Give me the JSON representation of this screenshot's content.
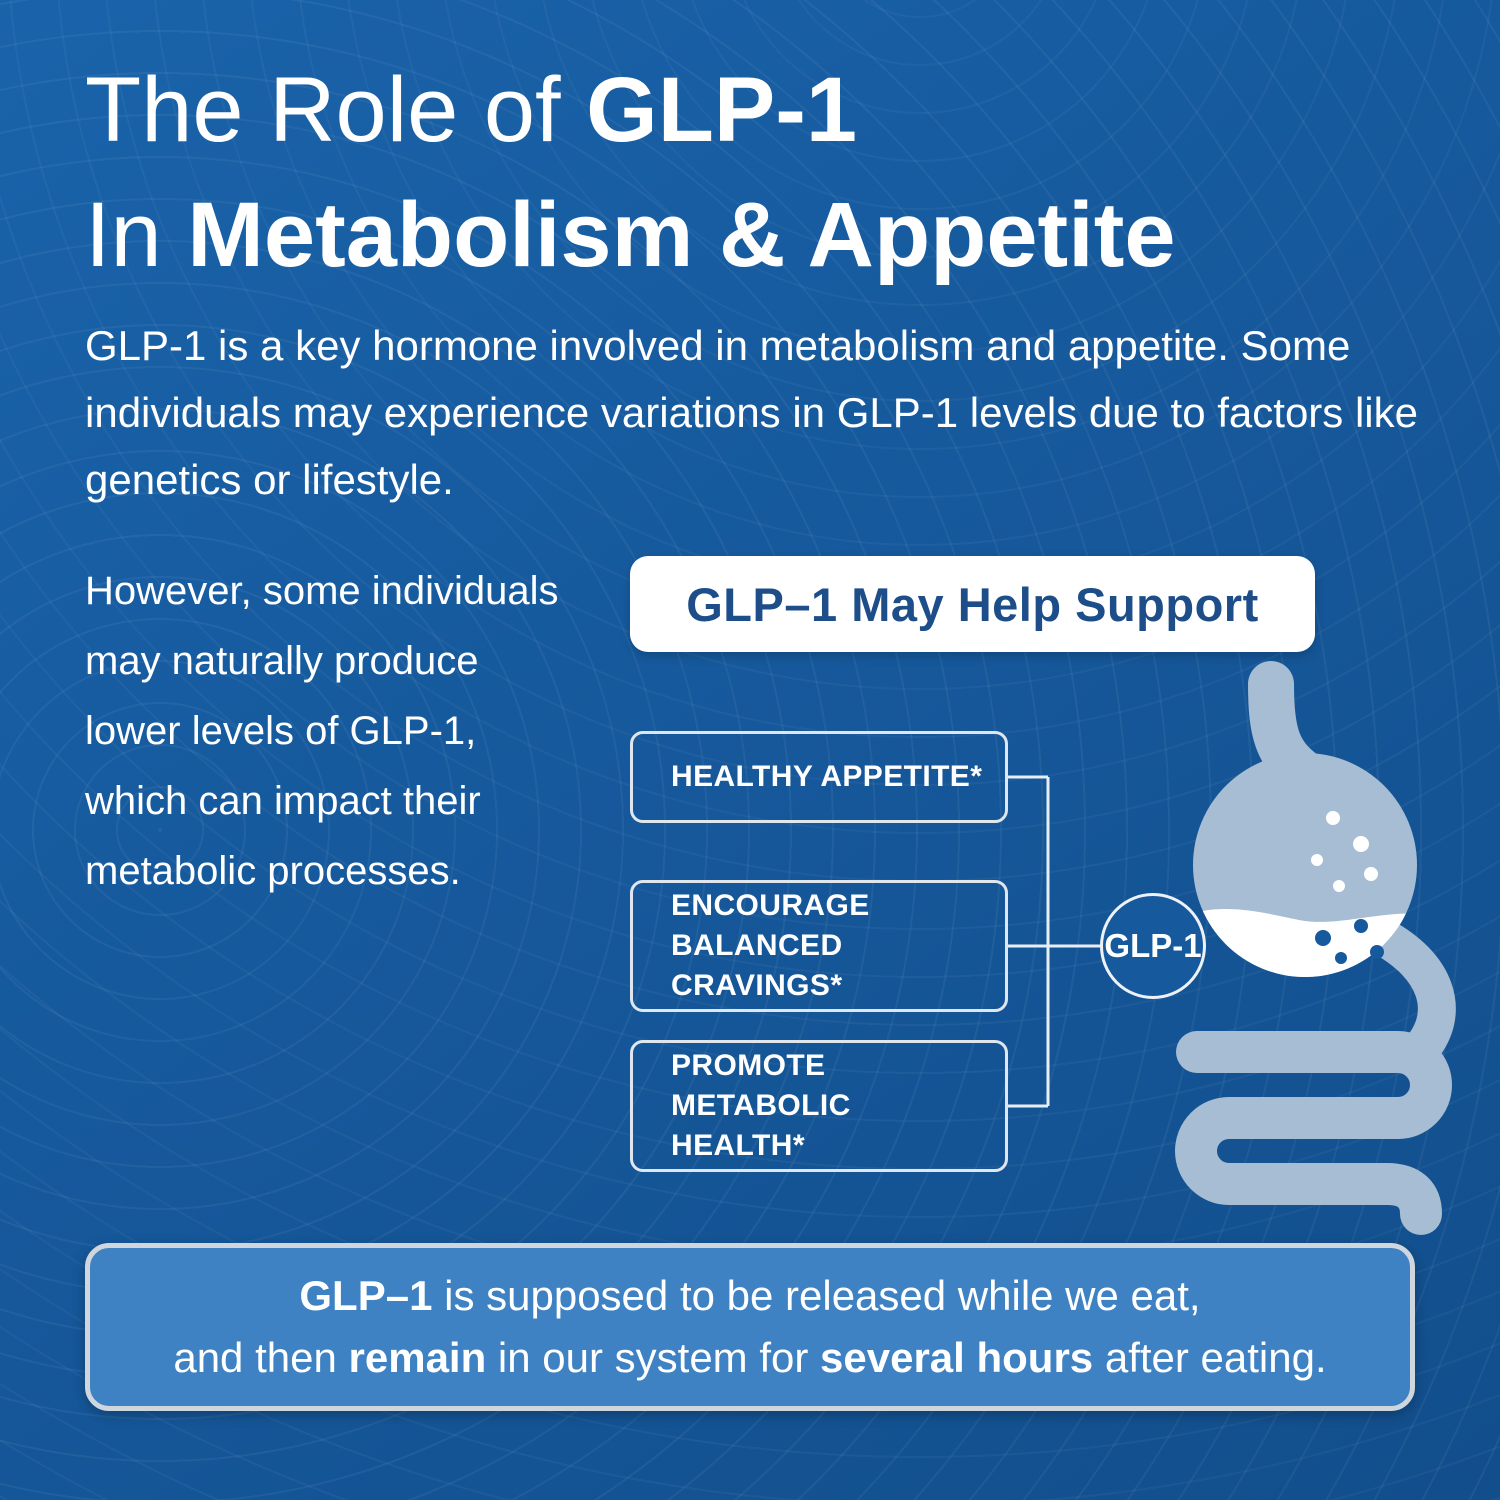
{
  "colors": {
    "background": "#16599C",
    "banner_bg": "#3E82C4",
    "banner_border": "#CFD6DD",
    "pill_bg": "#FFFFFF",
    "pill_text": "#1D4E89",
    "box_border": "#DFE6EE",
    "organ_fill": "#A7BDD3",
    "text": "#FFFFFF"
  },
  "icons": {
    "organ": "stomach-intestines-icon",
    "hub": "glp1-hub-badge"
  },
  "title": {
    "line1_regular": "The Role of ",
    "line1_bold": "GLP-1",
    "line2_regular": "In ",
    "line2_bold": "Metabolism & Appetite"
  },
  "intro": "GLP-1 is a key hormone involved in metabolism and appetite. Some individuals may experience variations in GLP-1 levels due to factors like genetics or lifestyle.",
  "side_paragraph": "However, some individuals may naturally produce lower levels of GLP-1, which can impact their metabolic processes.",
  "support": {
    "header": "GLP–1 May Help Support",
    "items": [
      {
        "label": "HEALTHY APPETITE*"
      },
      {
        "label": "ENCOURAGE BALANCED CRAVINGS*"
      },
      {
        "label": "PROMOTE METABOLIC HEALTH*"
      }
    ],
    "hub_label": "GLP-1"
  },
  "banner": {
    "p1_bold": "GLP–1",
    "p2": " is supposed to be released while we eat,",
    "p3": "and then ",
    "p4_bold": "remain",
    "p5": " in our system for ",
    "p6_bold": "several hours",
    "p7": " after eating."
  }
}
